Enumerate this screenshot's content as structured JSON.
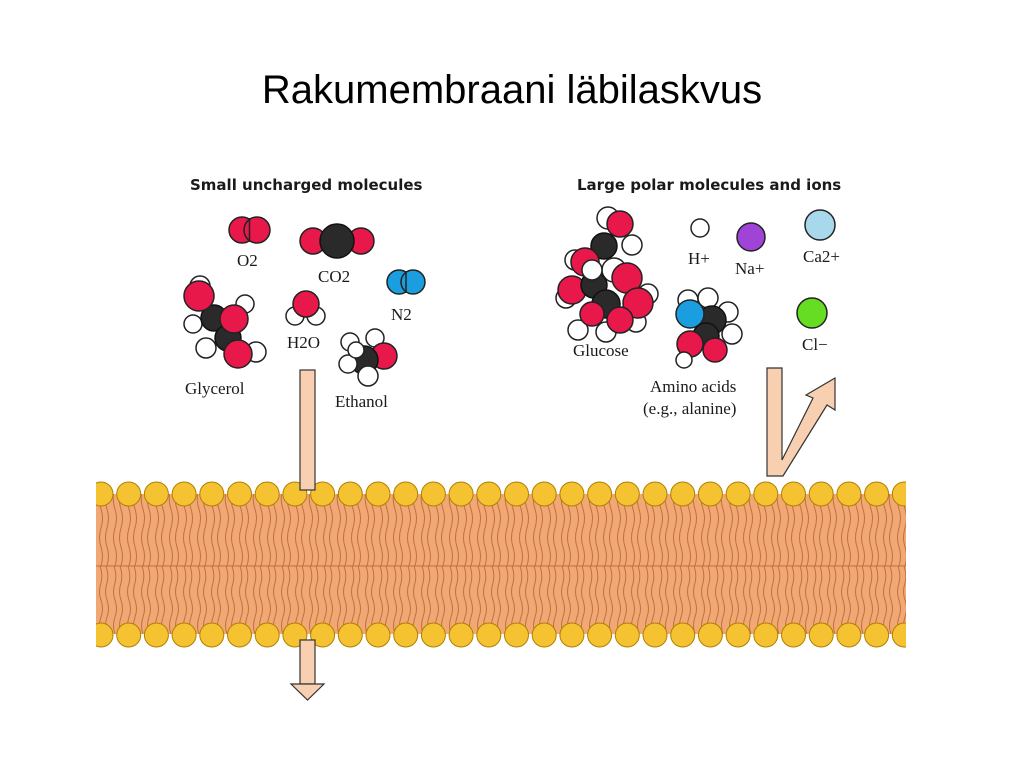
{
  "title": "Rakumembraani läbilaskvus",
  "groups": {
    "small": "Small uncharged molecules",
    "large": "Large polar molecules and ions"
  },
  "labels": {
    "o2": "O2",
    "co2": "CO2",
    "n2": "N2",
    "h2o": "H2O",
    "glycerol": "Glycerol",
    "ethanol": "Ethanol",
    "glucose": "Glucose",
    "amino_acids": "Amino acids",
    "alanine_example": "(e.g., alanine)",
    "h_ion": "H+",
    "na_ion": "Na+",
    "ca_ion": "Ca2+",
    "cl_ion": "Cl−"
  },
  "colors": {
    "oxygen": "#e8184a",
    "carbon": "#2a2a2a",
    "hydrogen": "#ffffff",
    "nitrogen": "#1a9ee0",
    "na": "#a044d8",
    "ca": "#a8d8ec",
    "cl": "#66dd22",
    "membrane_core": "#f2a874",
    "head_group": "#f5c231",
    "arrow_fill": "#f8cfb0"
  }
}
